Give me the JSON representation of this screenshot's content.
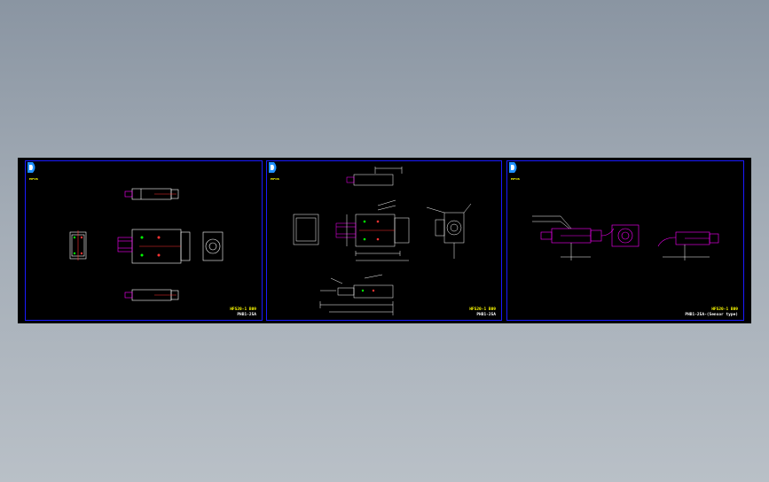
{
  "sheets": [
    {
      "logo_text": "EIFOS",
      "model_no": "HFS20-1 B09",
      "part_no": "PHB1-25A"
    },
    {
      "logo_text": "EIFOS",
      "model_no": "HFS20-1 B09",
      "part_no": "PHB1-25A"
    },
    {
      "logo_text": "EIFOS",
      "model_no": "HFS20-1 B09",
      "part_no": "PHB1-25A-(Sensor type)"
    }
  ],
  "colors": {
    "background": "#000000",
    "border": "#1a1aff",
    "lines": "#ffffff",
    "dimensions": "#ffffff",
    "sensor": "#ff00ff",
    "accent": "#ffff00",
    "logo": "#1e90ff"
  }
}
